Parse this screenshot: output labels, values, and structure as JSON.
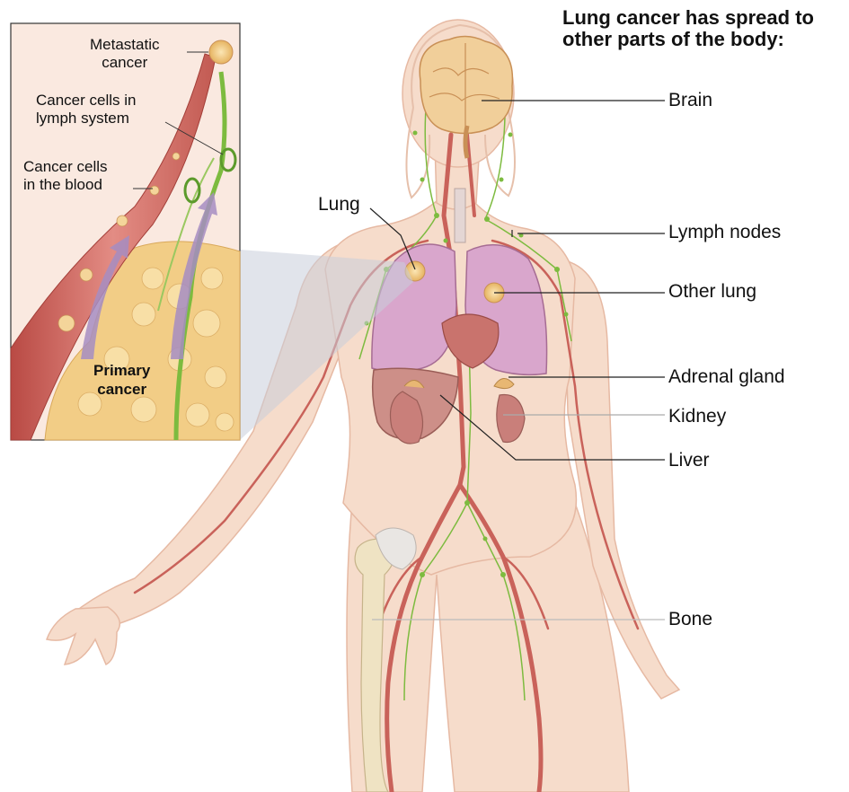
{
  "title": "Lung cancer has spread to other parts of the body:",
  "labels": {
    "brain": "Brain",
    "lymph_nodes": "Lymph nodes",
    "other_lung": "Other lung",
    "adrenal_gland": "Adrenal gland",
    "kidney": "Kidney",
    "liver": "Liver",
    "bone": "Bone",
    "lung": "Lung"
  },
  "inset": {
    "metastatic_line1": "Metastatic",
    "metastatic_line2": "cancer",
    "lymph_line1": "Cancer cells in",
    "lymph_line2": "lymph system",
    "blood_line1": "Cancer cells",
    "blood_line2": "in the blood",
    "primary_line1": "Primary",
    "primary_line2": "cancer"
  },
  "colors": {
    "skin": "#f6dccb",
    "skin_outline": "#e6b9a3",
    "lung": "#d9a6cc",
    "liver": "#cd8f88",
    "vessel": "#c9625a",
    "lymph": "#7dbb3f",
    "tumor": "#f2cd86"
  }
}
